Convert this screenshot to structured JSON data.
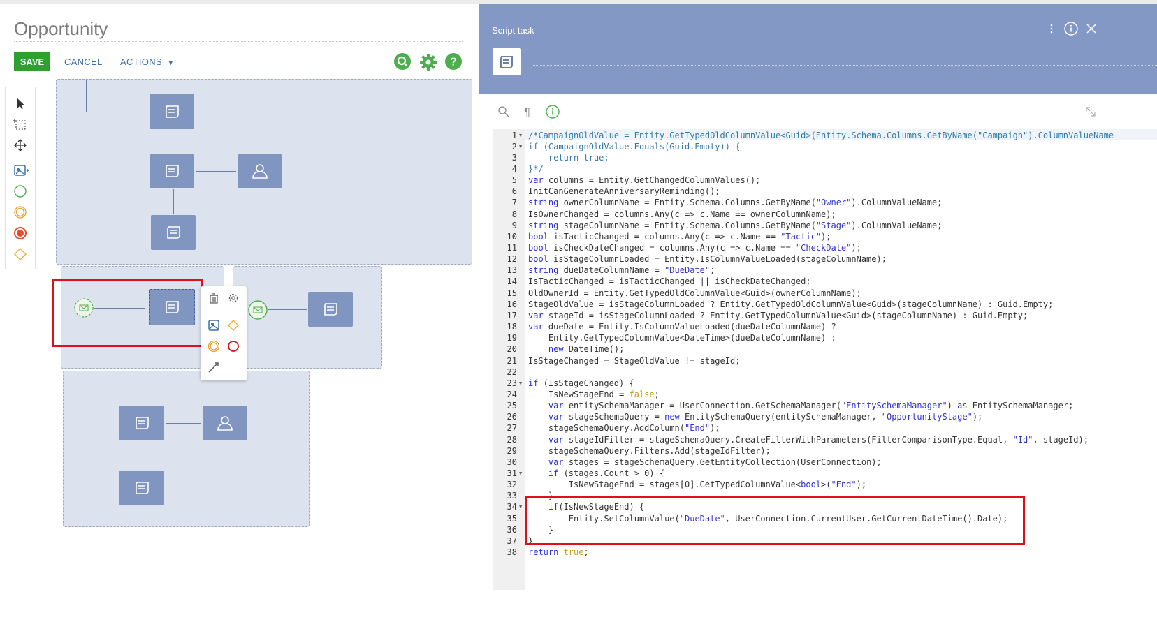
{
  "designer": {
    "title": "Opportunity",
    "save_label": "SAVE",
    "cancel_label": "CANCEL",
    "actions_label": "ACTIONS"
  },
  "panel": {
    "title": "Script task"
  },
  "colors": {
    "save_green": "#2fa030",
    "panel_header": "#8498c5",
    "task_fill": "#8095bf",
    "lane_fill": "#dde3ee",
    "highlight_red": "#e0101a",
    "keyword_blue": "#2a2ee0",
    "bool_orange": "#c59b1a"
  },
  "icons": [
    "search-icon",
    "gear-icon",
    "help-icon",
    "pointer-icon",
    "marquee-icon",
    "resize-icon",
    "subprocess-icon",
    "start-event-icon",
    "intermediate-event-icon",
    "end-event-icon",
    "gateway-icon",
    "trash-icon",
    "settings-icon",
    "connector-icon",
    "kebab-icon",
    "info-icon",
    "close-icon",
    "pilcrow-icon",
    "expand-icon"
  ],
  "code": {
    "lines": [
      {
        "n": "1",
        "fold": true,
        "parts": [
          [
            "cm",
            "/*CampaignOldValue = Entity.GetTypedOldColumnValue<Guid>(Entity.Schema.Columns.GetByName(\"Campaign\").ColumnValueName"
          ]
        ]
      },
      {
        "n": "2",
        "fold": true,
        "parts": [
          [
            "cm",
            "if (CampaignOldValue.Equals(Guid.Empty)) {"
          ]
        ]
      },
      {
        "n": "3",
        "parts": [
          [
            "cm",
            "    return true;"
          ]
        ]
      },
      {
        "n": "4",
        "parts": [
          [
            "cm",
            "}*/"
          ]
        ]
      },
      {
        "n": "5",
        "parts": [
          [
            "kw",
            "var"
          ],
          [
            "var",
            " columns = Entity.GetChangedColumnValues();"
          ]
        ]
      },
      {
        "n": "6",
        "parts": [
          [
            "var",
            "InitCanGenerateAnniversaryReminding();"
          ]
        ]
      },
      {
        "n": "7",
        "parts": [
          [
            "kw",
            "string"
          ],
          [
            "var",
            " ownerColumnName = Entity.Schema.Columns.GetByName("
          ],
          [
            "str",
            "\"Owner\""
          ],
          [
            "var",
            ").ColumnValueName;"
          ]
        ]
      },
      {
        "n": "8",
        "parts": [
          [
            "var",
            "IsOwnerChanged = columns.Any(c => c.Name == ownerColumnName);"
          ]
        ]
      },
      {
        "n": "9",
        "parts": [
          [
            "kw",
            "string"
          ],
          [
            "var",
            " stageColumnName = Entity.Schema.Columns.GetByName("
          ],
          [
            "str",
            "\"Stage\""
          ],
          [
            "var",
            ").ColumnValueName;"
          ]
        ]
      },
      {
        "n": "10",
        "parts": [
          [
            "kw",
            "bool"
          ],
          [
            "var",
            " isTacticChanged = columns.Any(c => c.Name == "
          ],
          [
            "str",
            "\"Tactic\""
          ],
          [
            "var",
            ");"
          ]
        ]
      },
      {
        "n": "11",
        "parts": [
          [
            "kw",
            "bool"
          ],
          [
            "var",
            " isCheckDateChanged = columns.Any(c => c.Name == "
          ],
          [
            "str",
            "\"CheckDate\""
          ],
          [
            "var",
            ");"
          ]
        ]
      },
      {
        "n": "12",
        "parts": [
          [
            "kw",
            "bool"
          ],
          [
            "var",
            " isStageColumnLoaded = Entity.IsColumnValueLoaded(stageColumnName);"
          ]
        ]
      },
      {
        "n": "13",
        "parts": [
          [
            "kw",
            "string"
          ],
          [
            "var",
            " dueDateColumnName = "
          ],
          [
            "str",
            "\"DueDate\""
          ],
          [
            "var",
            ";"
          ]
        ]
      },
      {
        "n": "14",
        "parts": [
          [
            "var",
            "IsTacticChanged = isTacticChanged || isCheckDateChanged;"
          ]
        ]
      },
      {
        "n": "15",
        "parts": [
          [
            "var",
            "OldOwnerId = Entity.GetTypedOldColumnValue<Guid>(ownerColumnName);"
          ]
        ]
      },
      {
        "n": "16",
        "parts": [
          [
            "var",
            "StageOldValue = isStageColumnLoaded ? Entity.GetTypedOldColumnValue<Guid>(stageColumnName) : Guid.Empty;"
          ]
        ]
      },
      {
        "n": "17",
        "parts": [
          [
            "kw",
            "var"
          ],
          [
            "var",
            " stageId = isStageColumnLoaded ? Entity.GetTypedColumnValue<Guid>(stageColumnName) : Guid.Empty;"
          ]
        ]
      },
      {
        "n": "18",
        "parts": [
          [
            "kw",
            "var"
          ],
          [
            "var",
            " dueDate = Entity.IsColumnValueLoaded(dueDateColumnName) ?"
          ]
        ]
      },
      {
        "n": "19",
        "parts": [
          [
            "var",
            "    Entity.GetTypedColumnValue<DateTime>(dueDateColumnName) :"
          ]
        ]
      },
      {
        "n": "20",
        "parts": [
          [
            "var",
            "    "
          ],
          [
            "kw",
            "new"
          ],
          [
            "var",
            " DateTime();"
          ]
        ]
      },
      {
        "n": "21",
        "parts": [
          [
            "var",
            "IsStageChanged = StageOldValue != stageId;"
          ]
        ]
      },
      {
        "n": "22",
        "parts": [
          [
            "var",
            ""
          ]
        ]
      },
      {
        "n": "23",
        "fold": true,
        "parts": [
          [
            "kw",
            "if"
          ],
          [
            "var",
            " (IsStageChanged) {"
          ]
        ]
      },
      {
        "n": "24",
        "parts": [
          [
            "var",
            "    IsNewStageEnd = "
          ],
          [
            "bool",
            "false"
          ],
          [
            "var",
            ";"
          ]
        ]
      },
      {
        "n": "25",
        "parts": [
          [
            "var",
            "    "
          ],
          [
            "kw",
            "var"
          ],
          [
            "var",
            " entitySchemaManager = UserConnection.GetSchemaManager("
          ],
          [
            "str",
            "\"EntitySchemaManager\""
          ],
          [
            "var",
            ") "
          ],
          [
            "kw",
            "as"
          ],
          [
            "var",
            " EntitySchemaManager;"
          ]
        ]
      },
      {
        "n": "26",
        "parts": [
          [
            "var",
            "    "
          ],
          [
            "kw",
            "var"
          ],
          [
            "var",
            " stageSchemaQuery = "
          ],
          [
            "kw",
            "new"
          ],
          [
            "var",
            " EntitySchemaQuery(entitySchemaManager, "
          ],
          [
            "str",
            "\"OpportunityStage\""
          ],
          [
            "var",
            ");"
          ]
        ]
      },
      {
        "n": "27",
        "parts": [
          [
            "var",
            "    stageSchemaQuery.AddColumn("
          ],
          [
            "str",
            "\"End\""
          ],
          [
            "var",
            ");"
          ]
        ]
      },
      {
        "n": "28",
        "parts": [
          [
            "var",
            "    "
          ],
          [
            "kw",
            "var"
          ],
          [
            "var",
            " stageIdFilter = stageSchemaQuery.CreateFilterWithParameters(FilterComparisonType.Equal, "
          ],
          [
            "str",
            "\"Id\""
          ],
          [
            "var",
            ", stageId);"
          ]
        ]
      },
      {
        "n": "29",
        "parts": [
          [
            "var",
            "    stageSchemaQuery.Filters.Add(stageIdFilter);"
          ]
        ]
      },
      {
        "n": "30",
        "parts": [
          [
            "var",
            "    "
          ],
          [
            "kw",
            "var"
          ],
          [
            "var",
            " stages = stageSchemaQuery.GetEntityCollection(UserConnection);"
          ]
        ]
      },
      {
        "n": "31",
        "fold": true,
        "parts": [
          [
            "var",
            "    "
          ],
          [
            "kw",
            "if"
          ],
          [
            "var",
            " (stages.Count > 0) {"
          ]
        ]
      },
      {
        "n": "32",
        "parts": [
          [
            "var",
            "        IsNewStageEnd = stages[0].GetTypedColumnValue<"
          ],
          [
            "kw",
            "bool"
          ],
          [
            "var",
            ">("
          ],
          [
            "str",
            "\"End\""
          ],
          [
            "var",
            ");"
          ]
        ]
      },
      {
        "n": "33",
        "parts": [
          [
            "var",
            "    }"
          ]
        ]
      },
      {
        "n": "34",
        "fold": true,
        "parts": [
          [
            "var",
            "    "
          ],
          [
            "kw",
            "if"
          ],
          [
            "var",
            "(IsNewStageEnd) {"
          ]
        ]
      },
      {
        "n": "35",
        "parts": [
          [
            "var",
            "        Entity.SetColumnValue("
          ],
          [
            "str",
            "\"DueDate\""
          ],
          [
            "var",
            ", UserConnection.CurrentUser.GetCurrentDateTime().Date);"
          ]
        ]
      },
      {
        "n": "36",
        "parts": [
          [
            "var",
            "    }"
          ]
        ]
      },
      {
        "n": "37",
        "parts": [
          [
            "var",
            "}"
          ]
        ]
      },
      {
        "n": "38",
        "parts": [
          [
            "kw",
            "return"
          ],
          [
            "var",
            " "
          ],
          [
            "bool",
            "true"
          ],
          [
            "var",
            ";"
          ]
        ]
      }
    ]
  }
}
